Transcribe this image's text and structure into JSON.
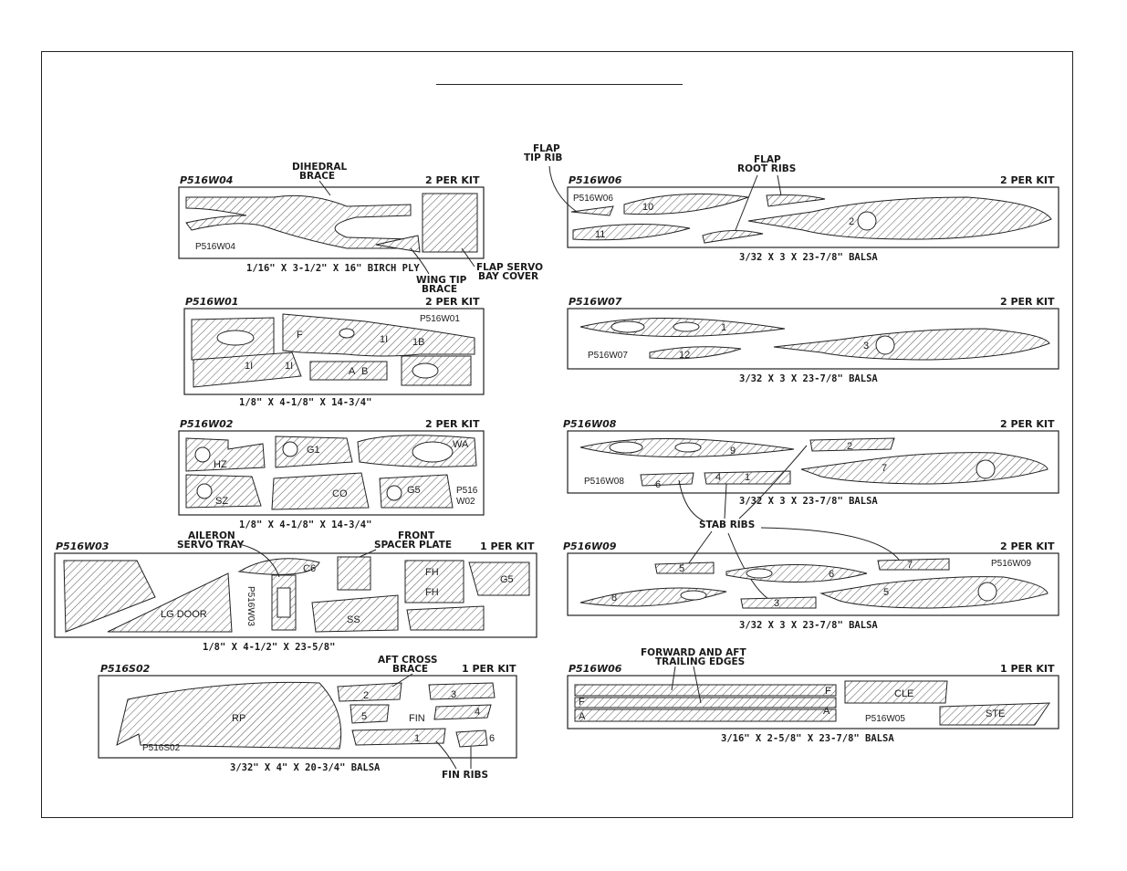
{
  "sheets": {
    "w04": {
      "code": "P516W04",
      "per_kit": "2 PER KIT",
      "stamp": "P516W04",
      "size": "1/16\" X 3-1/2\" X 16\" BIRCH PLY"
    },
    "w01": {
      "code": "P516W01",
      "per_kit": "2 PER KIT",
      "stamp": "P516W01",
      "size": "1/8\" X 4-1/8\" X 14-3/4\""
    },
    "w02": {
      "code": "P516W02",
      "per_kit": "2 PER KIT",
      "stamp_1": "P516",
      "stamp_2": "W02",
      "size": "1/8\" X 4-1/8\" X 14-3/4\""
    },
    "w03": {
      "code": "P516W03",
      "per_kit": "1 PER KIT",
      "stamp": "P516W03",
      "size": "1/8\" X 4-1/2\" X 23-5/8\""
    },
    "s02": {
      "code": "P516S02",
      "per_kit": "1 PER KIT",
      "stamp": "P516S02",
      "size": "3/32\" X 4\" X 20-3/4\" BALSA"
    },
    "w06a": {
      "code": "P516W06",
      "per_kit": "2 PER KIT",
      "stamp": "P516W06",
      "size": "3/32 X 3 X 23-7/8\" BALSA"
    },
    "w07": {
      "code": "P516W07",
      "per_kit": "2 PER KIT",
      "stamp": "P516W07",
      "size": "3/32 X 3 X 23-7/8\" BALSA"
    },
    "w08": {
      "code": "P516W08",
      "per_kit": "2 PER KIT",
      "stamp": "P516W08",
      "size": "3/32 X 3 X 23-7/8\" BALSA"
    },
    "w09": {
      "code": "P516W09",
      "per_kit": "2 PER KIT",
      "stamp": "P516W09",
      "size": "3/32 X 3 X 23-7/8\" BALSA"
    },
    "w05": {
      "code": "P516W06",
      "per_kit": "1 PER KIT",
      "stamp": "P516W05",
      "size": "3/16\" X 2-5/8\" X 23-7/8\" BALSA"
    }
  },
  "callouts": {
    "dihedral_brace": [
      "DIHEDRAL",
      "BRACE"
    ],
    "wing_tip_brace": [
      "WING TIP",
      "BRACE"
    ],
    "flap_servo_bay_cover": [
      "FLAP SERVO",
      "BAY COVER"
    ],
    "aileron_servo_tray": [
      "AILERON",
      "SERVO TRAY"
    ],
    "front_spacer_plate": [
      "FRONT",
      "SPACER PLATE"
    ],
    "aft_cross_brace": [
      "AFT CROSS",
      "BRACE"
    ],
    "fin_ribs": "FIN RIBS",
    "flap_tip_rib": [
      "FLAP",
      "TIP RIB"
    ],
    "flap_root_ribs": [
      "FLAP",
      "ROOT RIBS"
    ],
    "stab_ribs": "STAB RIBS",
    "forward_aft_te": [
      "FORWARD AND AFT",
      "TRAILING EDGES"
    ]
  },
  "part_labels": {
    "w01": [
      "F",
      "1B",
      "1I",
      "1I",
      "1I",
      "A",
      "B"
    ],
    "w02": [
      "HZ",
      "G1",
      "WA",
      "SZ",
      "CO",
      "G5"
    ],
    "w03": [
      "LG DOOR",
      "SS",
      "FH",
      "FH",
      "G5",
      "C6"
    ],
    "s02": [
      "RP",
      "FIN",
      "2",
      "3",
      "5",
      "4",
      "1",
      "6"
    ],
    "w06a": [
      "10",
      "11",
      "2"
    ],
    "w07": [
      "1",
      "3",
      "12"
    ],
    "w08": [
      "9",
      "2",
      "4",
      "6",
      "1",
      "7"
    ],
    "w09": [
      "5",
      "6",
      "8",
      "3",
      "5",
      "7"
    ],
    "w05": [
      "F",
      "F",
      "A",
      "A",
      "CLE",
      "STE"
    ]
  }
}
